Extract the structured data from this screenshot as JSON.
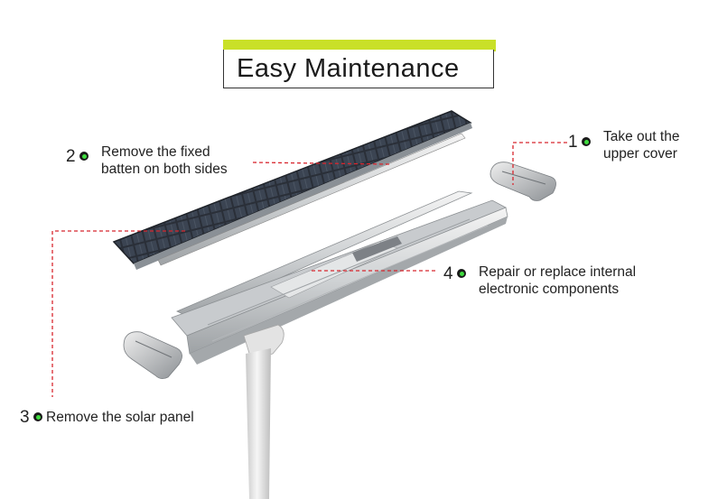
{
  "title": "Easy Maintenance",
  "colors": {
    "accent": "#c9e028",
    "dash": "#d8262e",
    "dot_green": "#3fdc3f"
  },
  "steps": [
    {
      "num": "1",
      "line1": "Take out the",
      "line2": "upper cover"
    },
    {
      "num": "2",
      "line1": "Remove the fixed",
      "line2": "batten on both sides"
    },
    {
      "num": "3",
      "line1": "Remove the solar panel",
      "line2": ""
    },
    {
      "num": "4",
      "line1": "Repair or replace internal",
      "line2": "electronic components"
    }
  ]
}
